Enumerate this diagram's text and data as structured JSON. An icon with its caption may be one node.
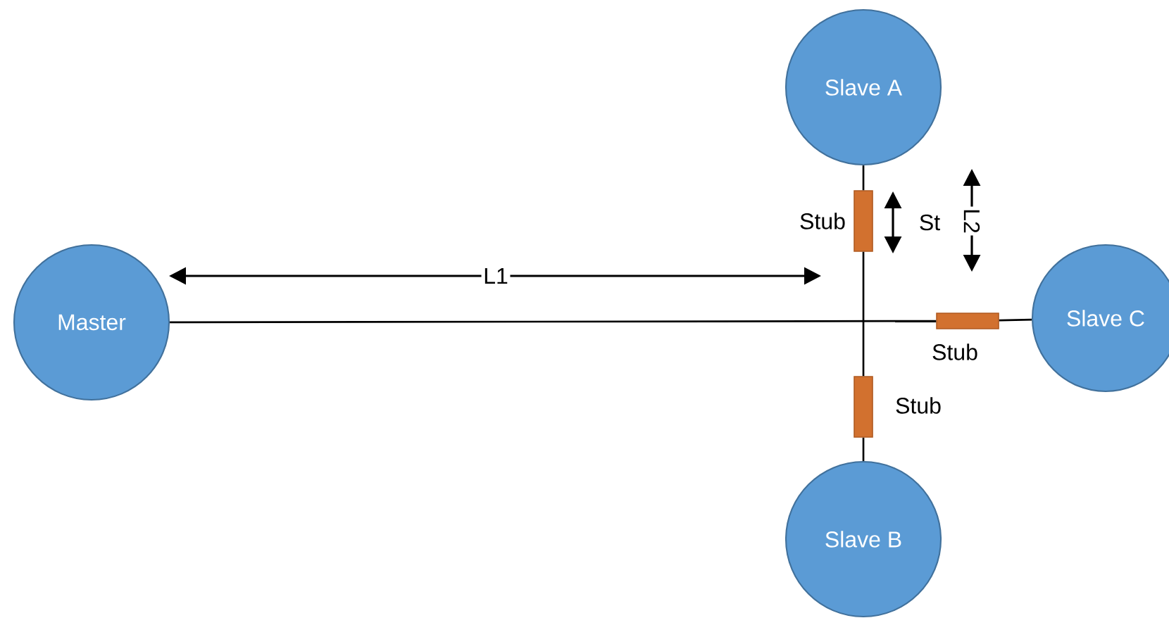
{
  "diagram": {
    "nodes": [
      {
        "text": [
          "Slave A"
        ]
      },
      {
        "text": [
          "Master"
        ]
      },
      {
        "text": [
          "Slave C"
        ]
      },
      {
        "text": [
          "Slave B"
        ]
      },
      {
        "text": [],
        "shape": "box",
        "beside": [
          "Stub"
        ]
      },
      {
        "text": [],
        "shape": "box",
        "beside": [
          "Stub"
        ]
      },
      {
        "text": [],
        "shape": "box",
        "beside": [
          "Stub"
        ]
      }
    ],
    "edges": [
      {
        "from": 0,
        "to": 4,
        "arrow": "none"
      },
      {
        "from": 4,
        "to": 6,
        "arrow": "none"
      },
      {
        "from": 6,
        "to": 3,
        "arrow": "none"
      },
      {
        "from": 1,
        "to": 5,
        "arrow": "none"
      },
      {
        "from": 5,
        "to": 2,
        "arrow": "none"
      }
    ],
    "labels": [
      "St",
      "L2",
      "L1"
    ]
  }
}
